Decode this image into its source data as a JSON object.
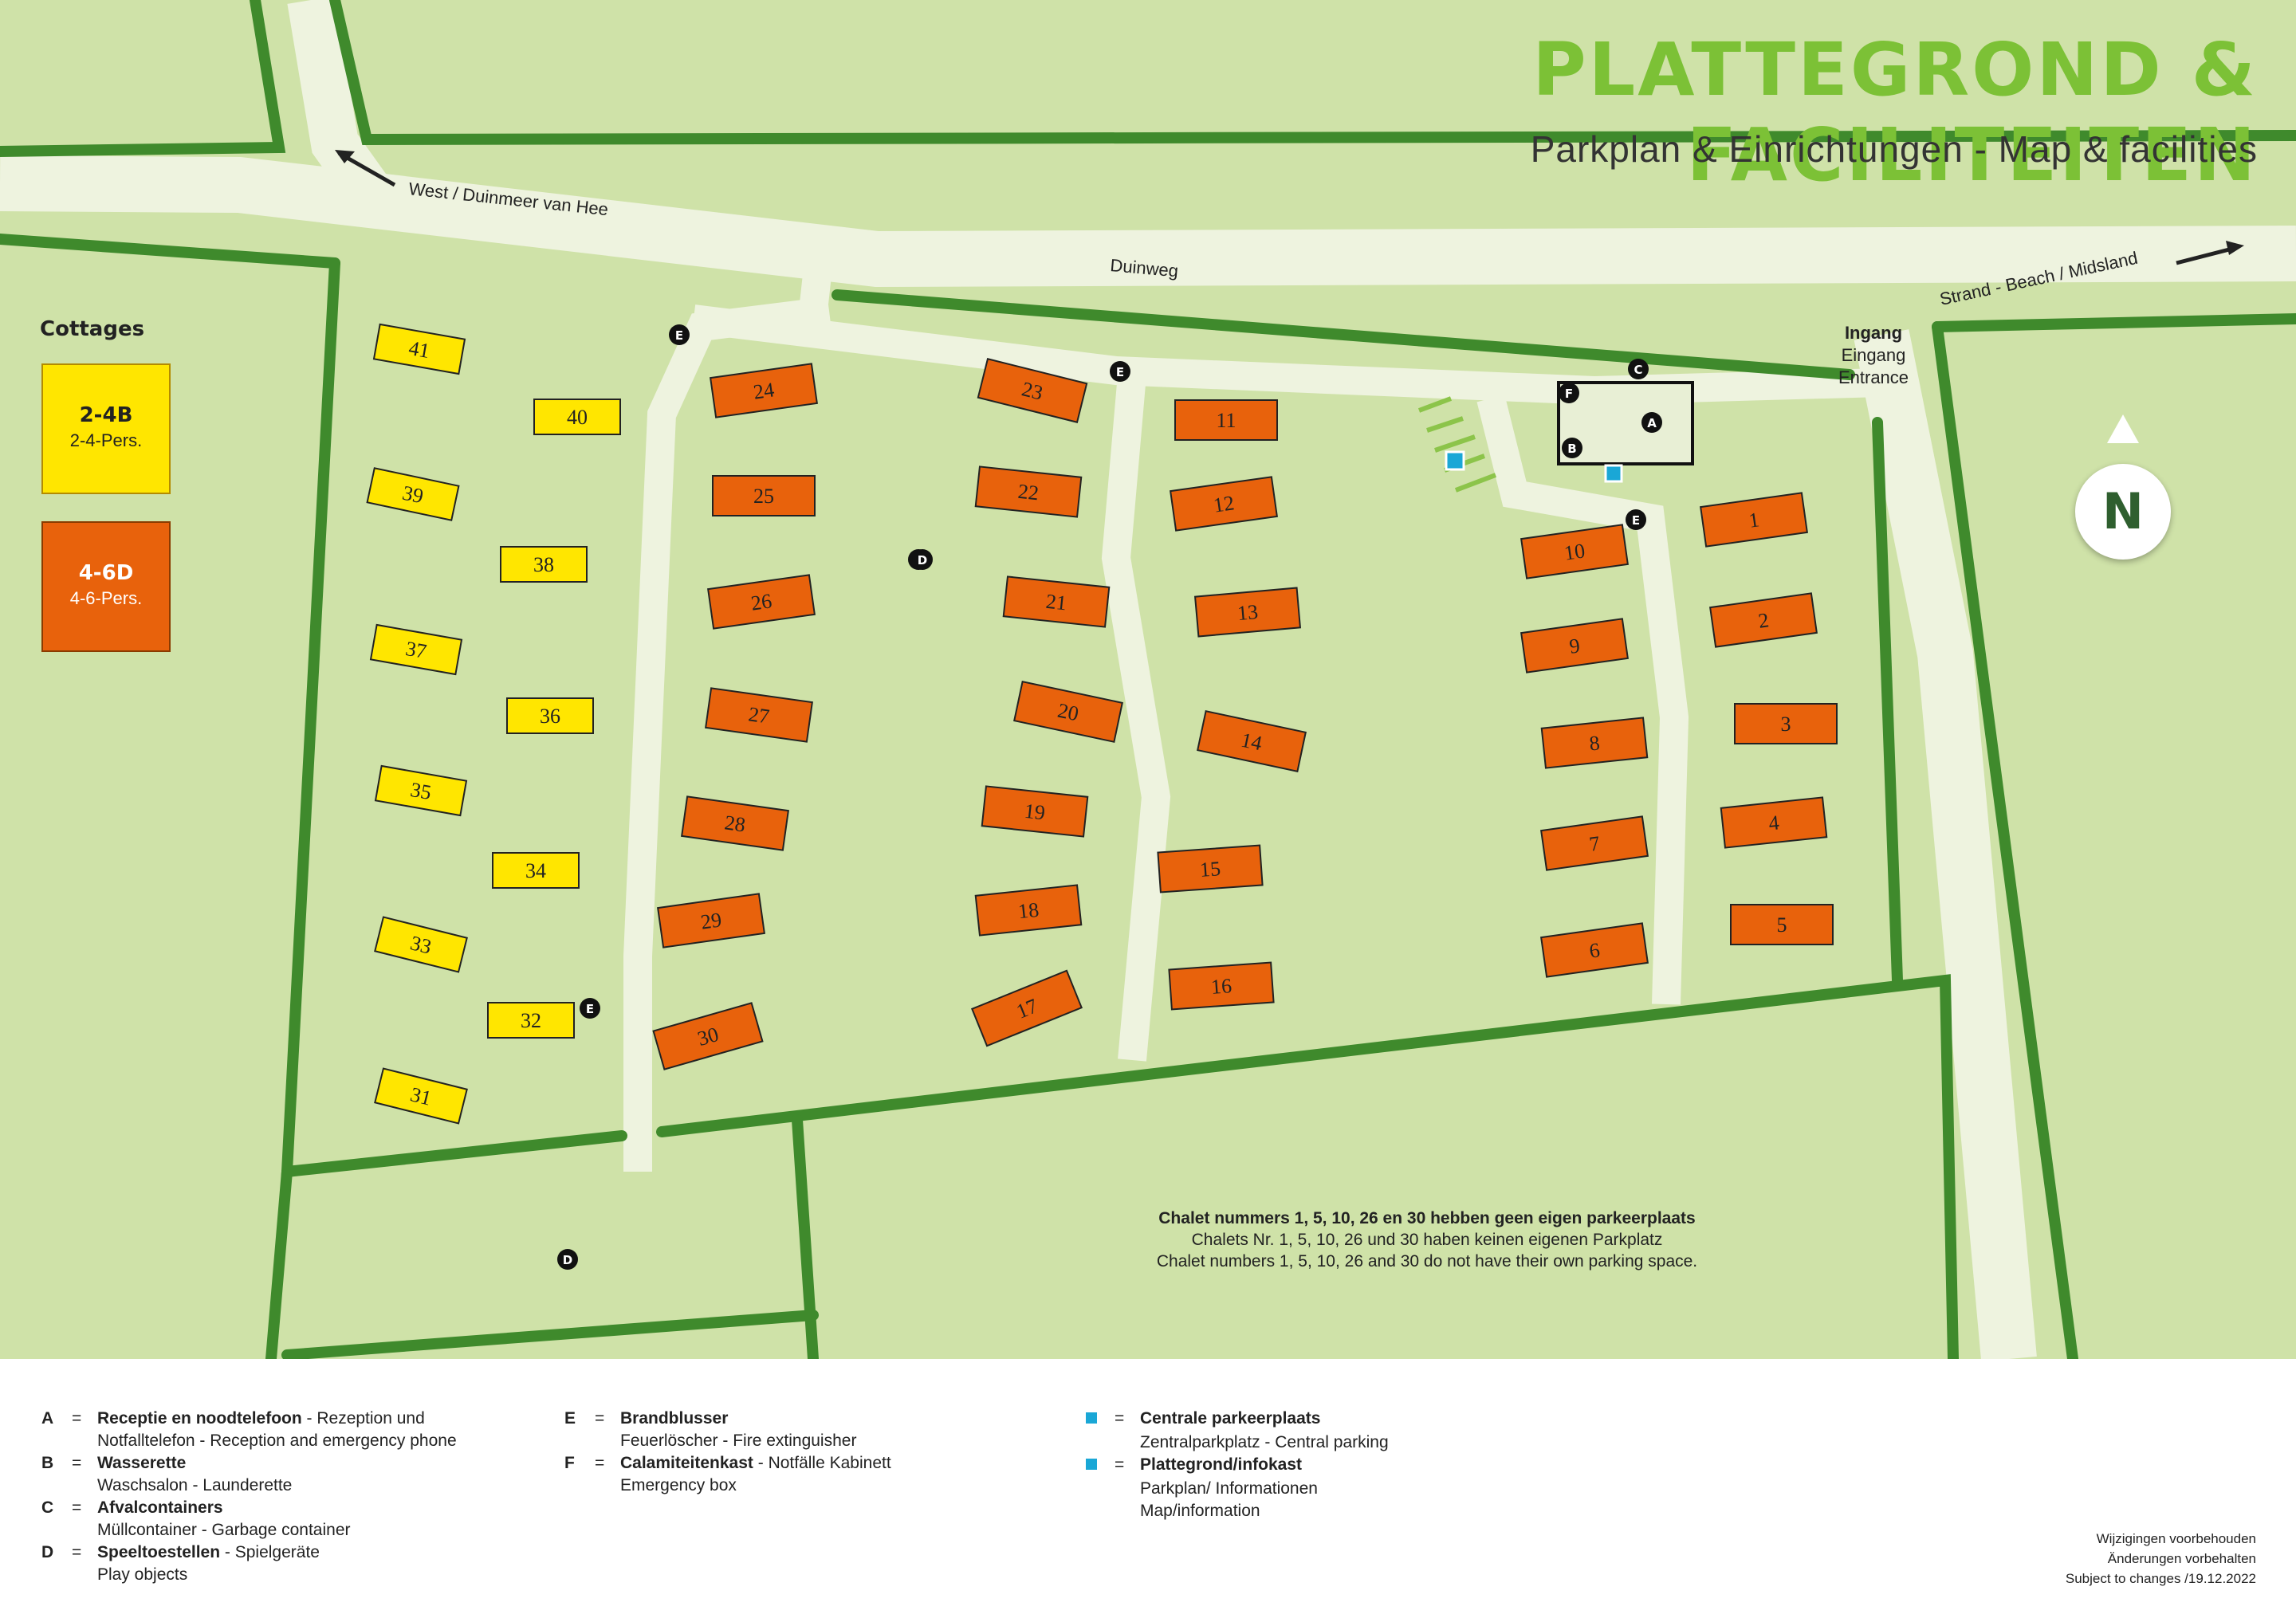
{
  "header": {
    "title": "PLATTEGROND & FACILITEITEN",
    "subtitle": "Parkplan & Einrichtungen  - Map & facilities"
  },
  "colors": {
    "grass": "#cfe2a8",
    "road": "#eef3df",
    "hedge": "#3f8a2c",
    "title": "#7cc136",
    "cottage_2_4B": "#ffe600",
    "cottage_4_6D": "#e8620c"
  },
  "roads": {
    "west": "West / Duinmeer van Hee",
    "duinweg": "Duinweg",
    "strand": "Strand - Beach / Midsland"
  },
  "entrance": {
    "ingang": "Ingang",
    "eingang": "Eingang",
    "entrance": "Entrance"
  },
  "cottage_legend": {
    "title": "Cottages",
    "types": [
      {
        "code": "2-4B",
        "persons": "2-4-Pers."
      },
      {
        "code": "4-6D",
        "persons": "4-6-Pers."
      }
    ]
  },
  "cottages": [
    {
      "n": "1",
      "type": "D"
    },
    {
      "n": "2",
      "type": "D"
    },
    {
      "n": "3",
      "type": "D"
    },
    {
      "n": "4",
      "type": "D"
    },
    {
      "n": "5",
      "type": "D"
    },
    {
      "n": "6",
      "type": "D"
    },
    {
      "n": "7",
      "type": "D"
    },
    {
      "n": "8",
      "type": "D"
    },
    {
      "n": "9",
      "type": "D"
    },
    {
      "n": "10",
      "type": "D"
    },
    {
      "n": "11",
      "type": "D"
    },
    {
      "n": "12",
      "type": "D"
    },
    {
      "n": "13",
      "type": "D"
    },
    {
      "n": "14",
      "type": "D"
    },
    {
      "n": "15",
      "type": "D"
    },
    {
      "n": "16",
      "type": "D"
    },
    {
      "n": "17",
      "type": "D"
    },
    {
      "n": "18",
      "type": "D"
    },
    {
      "n": "19",
      "type": "D"
    },
    {
      "n": "20",
      "type": "D"
    },
    {
      "n": "21",
      "type": "D"
    },
    {
      "n": "22",
      "type": "D"
    },
    {
      "n": "23",
      "type": "D"
    },
    {
      "n": "24",
      "type": "D"
    },
    {
      "n": "25",
      "type": "D"
    },
    {
      "n": "26",
      "type": "D"
    },
    {
      "n": "27",
      "type": "D"
    },
    {
      "n": "28",
      "type": "D"
    },
    {
      "n": "29",
      "type": "D"
    },
    {
      "n": "30",
      "type": "D"
    },
    {
      "n": "31",
      "type": "B"
    },
    {
      "n": "32",
      "type": "B"
    },
    {
      "n": "33",
      "type": "B"
    },
    {
      "n": "34",
      "type": "B"
    },
    {
      "n": "35",
      "type": "B"
    },
    {
      "n": "36",
      "type": "B"
    },
    {
      "n": "37",
      "type": "B"
    },
    {
      "n": "38",
      "type": "B"
    },
    {
      "n": "39",
      "type": "B"
    },
    {
      "n": "40",
      "type": "B"
    },
    {
      "n": "41",
      "type": "B"
    }
  ],
  "facility_markers": [
    "A",
    "B",
    "C",
    "D",
    "E",
    "F"
  ],
  "compass": "N",
  "parking_note": {
    "nl": "Chalet nummers 1, 5, 10, 26 en 30 hebben geen eigen parkeerplaats",
    "de": "Chalets Nr. 1, 5, 10, 26 und 30 haben keinen eigenen Parkplatz",
    "en": "Chalet numbers 1, 5, 10, 26 and 30 do not have their own parking space."
  },
  "legend": {
    "col1": [
      {
        "key": "A",
        "bold": "Receptie en noodtelefoon",
        "rest": " - Rezeption und",
        "line2": "Notfalltelefon - Reception and emergency phone"
      },
      {
        "key": "B",
        "bold": "Wasserette",
        "rest": "",
        "line2": "Waschsalon - Launderette"
      },
      {
        "key": "C",
        "bold": "Afvalcontainers",
        "rest": "",
        "line2": "Müllcontainer - Garbage container"
      },
      {
        "key": "D",
        "bold": "Speeltoestellen",
        "rest": " - Spielgeräte",
        "line2": "Play objects"
      }
    ],
    "col2": [
      {
        "key": "E",
        "bold": "Brandblusser",
        "rest": "",
        "line2": "Feuerlöscher - Fire extinguisher"
      },
      {
        "key": "F",
        "bold": "Calamiteitenkast",
        "rest": " - Notfälle Kabinett",
        "line2": "Emergency box"
      }
    ],
    "col3": [
      {
        "key": "P",
        "bold": "Centrale parkeerplaats",
        "rest": "",
        "line2": "Zentralparkplatz - Central parking"
      },
      {
        "key": "i",
        "bold": "Plattegrond/infokast",
        "rest": "",
        "line2": "Parkplan/ Informationen",
        "line3": "Map/information"
      }
    ],
    "eq": "="
  },
  "changes": {
    "nl": "Wijzigingen voorbehouden",
    "de": "Änderungen vorbehalten",
    "en": "Subject to changes /19.12.2022"
  }
}
